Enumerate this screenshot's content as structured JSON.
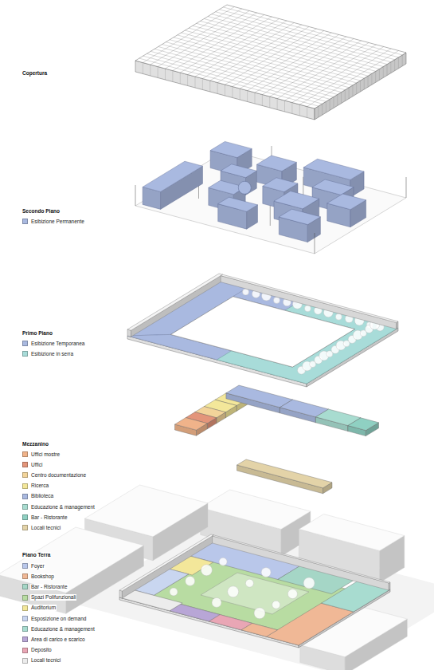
{
  "diagram": {
    "labels": [
      "Copertura",
      "Secondo Piano",
      "Primo Piano",
      "Mezzanino",
      "Piano Terra"
    ],
    "legend": [
      {
        "text": "Esibizione Permanente",
        "color": "#a9b9e0"
      },
      {
        "text": "Esibizione Temporanea",
        "color": "#a9b9e0"
      },
      {
        "text": "Esibizione in serra",
        "color": "#a8dcd9"
      },
      {
        "text": "Uffici mostre",
        "color": "#f0b38a"
      },
      {
        "text": "Uffici",
        "color": "#e3957a"
      },
      {
        "text": "Centro documentazione",
        "color": "#f2d49a"
      },
      {
        "text": "Ricerca",
        "color": "#f3e79a"
      },
      {
        "text": "Biblioteca",
        "color": "#a9b9e0"
      },
      {
        "text": "Educazione & management",
        "color": "#a8dcd0"
      },
      {
        "text": "Bar - Ristorante",
        "color": "#8fd0c2"
      },
      {
        "text": "Locali tecnici",
        "color": "#e3d3a8"
      },
      {
        "text": "Foyer",
        "color": "#b9c7ea"
      },
      {
        "text": "Bookshop",
        "color": "#f0b896"
      },
      {
        "text": "Bar - Ristorante",
        "color": "#a5d6c6"
      },
      {
        "text": "Spazi Polifunzionali",
        "color": "#b8dca2"
      },
      {
        "text": "Auditorium",
        "color": "#f3e79a"
      },
      {
        "text": "Esposizione on demand",
        "color": "#c9d6f0"
      },
      {
        "text": "Educazione & management",
        "color": "#a8dcd0"
      },
      {
        "text": "Area di carico e scarico",
        "color": "#b8a6d6"
      },
      {
        "text": "Deposito",
        "color": "#e9a6b5"
      },
      {
        "text": "Locali tecnici",
        "color": "#ececec"
      }
    ]
  }
}
